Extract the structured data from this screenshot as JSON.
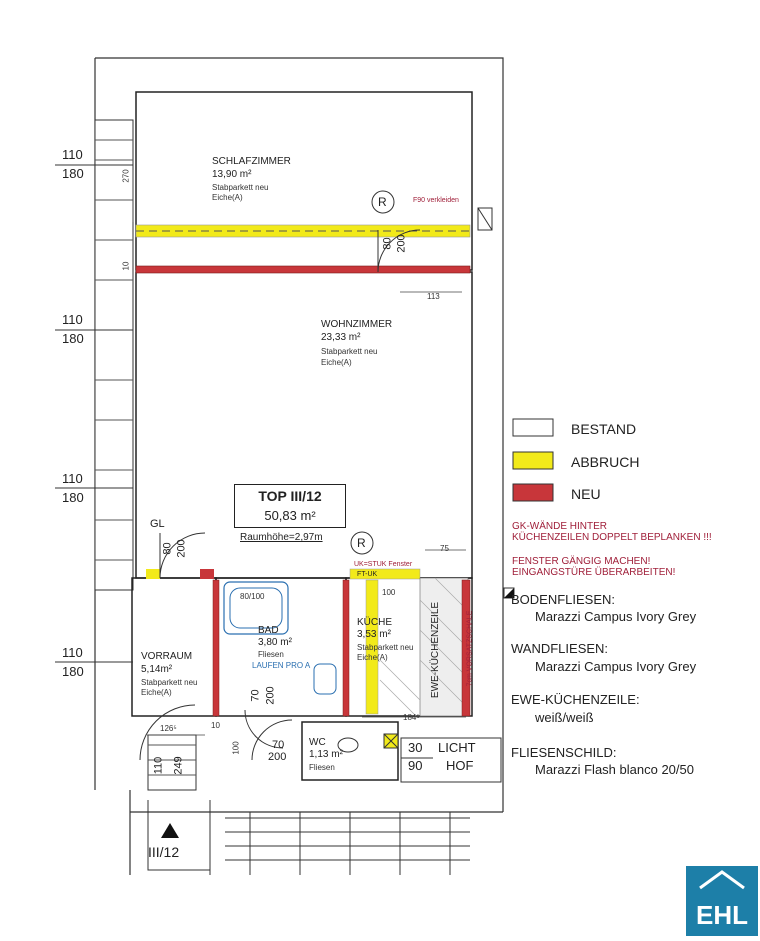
{
  "rooms": {
    "schlafzimmer": {
      "name": "SCHLAFZIMMER",
      "area": "13,90 m²",
      "floor": "Stabparkett neu",
      "wood": "Eiche(A)"
    },
    "wohnzimmer": {
      "name": "WOHNZIMMER",
      "area": "23,33 m²",
      "floor": "Stabparkett neu",
      "wood": "Eiche(A)"
    },
    "vorraum": {
      "name": "VORRAUM",
      "area": "5,14m²",
      "floor": "Stabparkett neu",
      "wood": "Eiche(A)"
    },
    "bad": {
      "name": "BAD",
      "area": "3,80 m²",
      "floor": "Fliesen"
    },
    "kueche": {
      "name": "KÜCHE",
      "area": "3,53 m²",
      "floor": "Stabparkett neu",
      "wood": "Eiche(A)"
    },
    "wc": {
      "name": "WC",
      "area": "1,13 m²",
      "floor": "Fliesen"
    }
  },
  "unit": {
    "name": "TOP III/12",
    "area": "50,83 m²",
    "height": "Raumhöhe=2,97m"
  },
  "window_dims": [
    {
      "top": "110",
      "bottom": "180"
    },
    {
      "top": "110",
      "bottom": "180"
    },
    {
      "top": "110",
      "bottom": "180"
    },
    {
      "top": "110",
      "bottom": "180"
    }
  ],
  "doors": {
    "schlaf": {
      "w": "80",
      "h": "200"
    },
    "gl": {
      "label": "GL",
      "w": "80",
      "h": "200"
    },
    "bad": {
      "w": "70",
      "h": "200"
    },
    "wc": {
      "w": "70",
      "h": "200"
    },
    "vorraum": {
      "w": "110",
      "h": "249"
    }
  },
  "marks": {
    "r1": "R",
    "r2": "R",
    "f90": "F90 verkleiden",
    "uk": "UK=STUK Fenster",
    "ft": "FT-UK",
    "ewe": "EWE-KÜCHENZEILE",
    "vorsatz": "7cm VORSATZSCHALE",
    "licht1": "LICHT",
    "licht2": "HOF",
    "licht_w": "30",
    "licht_h": "90",
    "stair": "III/12",
    "bad_note": "LAUFEN PRO A",
    "dim_270": "270",
    "dim_10a": "10",
    "dim_113": "113",
    "dim_75": "75",
    "dim_100": "100",
    "dim_184": "184⁵",
    "dim_126": "126⁵",
    "dim_10b": "10",
    "dim_100b": "100",
    "dim_80_100": "80/100"
  },
  "legend": [
    {
      "label": "BESTAND",
      "color": "#ffffff"
    },
    {
      "label": "ABBRUCH",
      "color": "#f2ea1a"
    },
    {
      "label": "NEU",
      "color": "#d63a3a"
    }
  ],
  "notes": {
    "n1a": "GK-WÄNDE HINTER",
    "n1b": "KÜCHENZEILEN DOPPELT BEPLANKEN !!!",
    "n2a": "FENSTER GÄNGIG MACHEN!",
    "n2b": "EINGANGSTÜRE ÜBERARBEITEN!"
  },
  "specs": [
    {
      "heading": "BODENFLIESEN:",
      "value": "Marazzi Campus Ivory Grey"
    },
    {
      "heading": "WANDFLIESEN:",
      "value": "Marazzi Campus Ivory Grey"
    },
    {
      "heading": "EWE-KÜCHENZEILE:",
      "value": "weiß/weiß"
    },
    {
      "heading": "FLIESENSCHILD:",
      "value": "Marazzi Flash blanco 20/50"
    }
  ],
  "logo": {
    "text": "EHL",
    "color": "#1d7fa8"
  }
}
